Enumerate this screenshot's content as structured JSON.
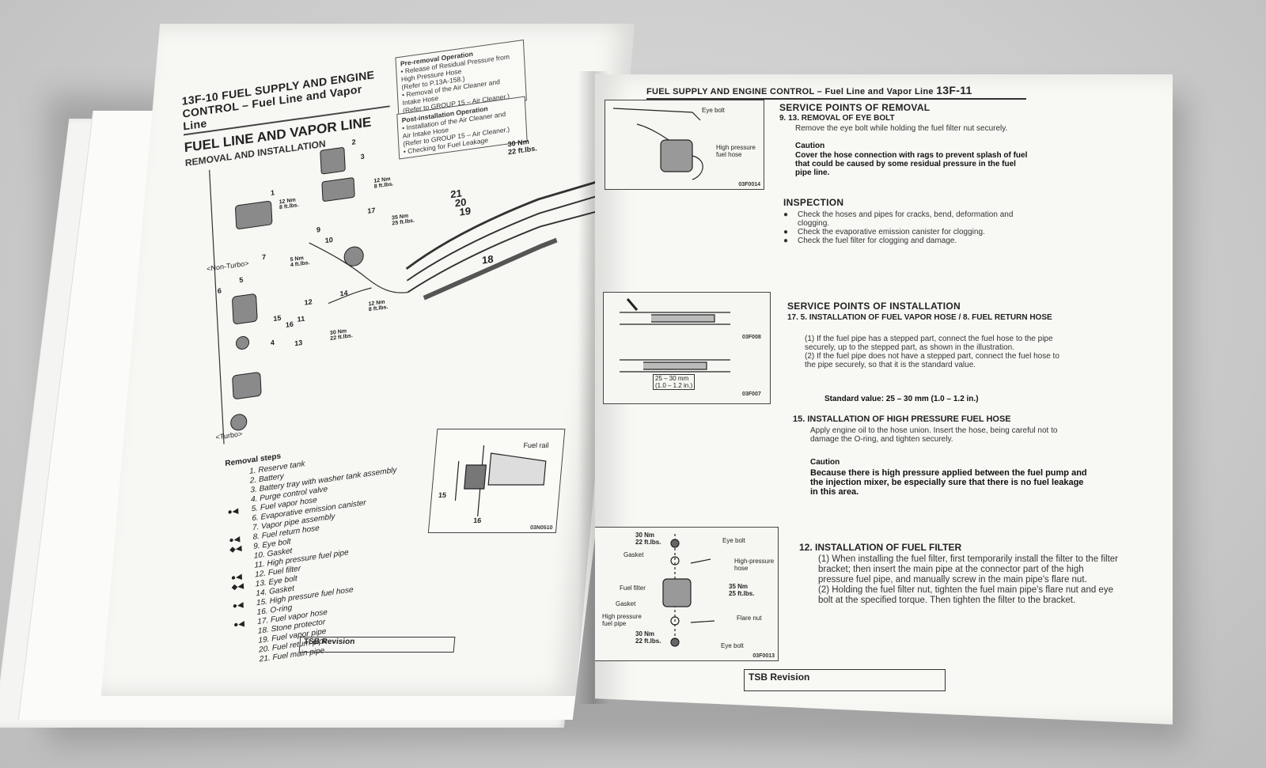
{
  "left_page": {
    "header": "13F-10 FUEL SUPPLY AND ENGINE CONTROL – Fuel Line and Vapor Line",
    "title": "FUEL LINE AND VAPOR LINE",
    "subtitle": "REMOVAL AND INSTALLATION",
    "pre_removal": {
      "title": "Pre-removal Operation",
      "lines": [
        "• Release of Residual Pressure from",
        "High Pressure Hose",
        "(Refer to P.13A-158.)",
        "• Removal of the Air Cleaner and",
        "Intake Hose",
        "(Refer to GROUP 15 – Air Cleaner.)"
      ]
    },
    "post_install": {
      "title": "Post-installation Operation",
      "lines": [
        "• Installation of the Air Cleaner and",
        "Air Intake Hose",
        "(Refer to GROUP 15 – Air Cleaner.)",
        "• Checking for Fuel Leakage"
      ]
    },
    "callouts": {
      "torque_30": "30 Nm\n22 ft.lbs.",
      "torque_12a": "12 Nm\n8 ft.lbs.",
      "torque_35": "35 Nm\n25 ft.lbs.",
      "torque_5": "5 Nm\n4 ft.lbs.",
      "torque_12b": "12 Nm\n8 ft.lbs.",
      "torque_30b": "30 Nm\n22 ft.lbs.",
      "torque_12c": "12 Nm\n8 ft.lbs.",
      "non_turbo": "<Non-Turbo>",
      "turbo": "<Turbo>",
      "n21": "21",
      "n20": "20",
      "n19": "19",
      "n18": "18",
      "n17": "17",
      "n1": "1",
      "n2": "2",
      "n3": "3",
      "n4": "4",
      "n5": "5",
      "n6": "6",
      "n7": "7",
      "n9": "9",
      "n10": "10",
      "n11": "11",
      "n12": "12",
      "n13": "13",
      "n14": "14",
      "n15": "15",
      "n16": "16"
    },
    "removal_steps_title": "Removal steps",
    "removal_steps": [
      {
        "mark": "",
        "text": "1. Reserve tank"
      },
      {
        "mark": "",
        "text": "2. Battery"
      },
      {
        "mark": "",
        "text": "3. Battery tray with washer tank assembly"
      },
      {
        "mark": "",
        "text": "4. Purge control valve"
      },
      {
        "mark": "●◀",
        "text": "5. Fuel vapor hose"
      },
      {
        "mark": "",
        "text": "6. Evaporative emission canister"
      },
      {
        "mark": "",
        "text": "7. Vapor pipe assembly"
      },
      {
        "mark": "●◀",
        "text": "8. Fuel return hose"
      },
      {
        "mark": "◆◀",
        "text": "9. Eye bolt"
      },
      {
        "mark": "",
        "text": "10. Gasket"
      },
      {
        "mark": "",
        "text": "11. High pressure fuel pipe"
      },
      {
        "mark": "●◀",
        "text": "12. Fuel filter"
      },
      {
        "mark": "◆◀",
        "text": "13. Eye bolt"
      },
      {
        "mark": "",
        "text": "14. Gasket"
      },
      {
        "mark": "●◀",
        "text": "15. High pressure fuel hose"
      },
      {
        "mark": "",
        "text": "16. O-ring"
      },
      {
        "mark": "●◀",
        "text": "17. Fuel vapor hose"
      },
      {
        "mark": "",
        "text": "18. Stone protector"
      },
      {
        "mark": "",
        "text": "19. Fuel vapor pipe"
      },
      {
        "mark": "",
        "text": "20. Fuel return pipe"
      },
      {
        "mark": "",
        "text": "21. Fuel main pipe"
      }
    ],
    "inset": {
      "label": "Fuel rail",
      "n15": "15",
      "n16": "16",
      "code": "03N0510"
    },
    "tsb": "TSB Revision"
  },
  "right_page": {
    "header": "FUEL SUPPLY AND ENGINE CONTROL – Fuel Line and Vapor Line",
    "page_no": "13F-11",
    "fig1": {
      "eye_bolt": "Eye bolt",
      "hp_hose": "High pressure\nfuel hose",
      "code": "03F0014"
    },
    "fig2": {
      "code_a": "03F008",
      "code_b": "03F007",
      "dim": "25 – 30 mm\n(1.0 – 1.2 in.)"
    },
    "fig3": {
      "t30a": "30 Nm\n22 ft.lbs.",
      "eye_bolt_a": "Eye bolt",
      "gasket_a": "Gasket",
      "hp_hose": "High-pressure\nhose",
      "fuel_filter": "Fuel filter",
      "t35": "35 Nm\n25 ft.lbs.",
      "gasket_b": "Gasket",
      "flare_nut": "Flare nut",
      "hp_pipe": "High pressure\nfuel pipe",
      "t30b": "30 Nm\n22 ft.lbs.",
      "eye_bolt_b": "Eye bolt",
      "code": "03F0013"
    },
    "removal": {
      "title": "SERVICE POINTS OF REMOVAL",
      "step": "9. 13. REMOVAL OF EYE BOLT",
      "text": "Remove the eye bolt while holding the fuel filter nut securely.",
      "caution_label": "Caution",
      "caution": "Cover the hose connection with rags to prevent splash of fuel that could be caused by some residual pressure in the fuel pipe line."
    },
    "inspection": {
      "title": "INSPECTION",
      "items": [
        "Check the hoses and pipes for cracks, bend, deformation and clogging.",
        "Check the evaporative emission canister for clogging.",
        "Check the fuel filter for clogging and damage."
      ]
    },
    "installation": {
      "title": "SERVICE POINTS OF INSTALLATION",
      "step": "17. 5. INSTALLATION OF FUEL VAPOR HOSE / 8. FUEL RETURN HOSE",
      "items": [
        "(1) If the fuel pipe has a stepped part, connect the fuel hose to the pipe securely, up to the stepped part, as shown in the illustration.",
        "(2) If the fuel pipe does not have a stepped part, connect the fuel hose to the pipe securely, so that it is the standard value."
      ],
      "standard": "Standard value: 25 – 30 mm (1.0 – 1.2 in.)"
    },
    "hp_hose": {
      "step": "15. INSTALLATION OF HIGH PRESSURE FUEL HOSE",
      "text": "Apply engine oil to the hose union. Insert the hose, being careful not to damage the O-ring, and tighten securely.",
      "caution_label": "Caution",
      "caution": "Because there is high pressure applied between the fuel pump and the injection mixer, be especially sure that there is no fuel leakage in this area."
    },
    "filter": {
      "step": "12. INSTALLATION OF FUEL FILTER",
      "items": [
        "(1) When installing the fuel filter, first temporarily install the filter to the filter bracket; then insert the main pipe at the connector part of the high pressure fuel pipe, and manually screw in the main pipe's flare nut.",
        "(2) Holding the fuel filter nut, tighten the fuel main pipe's flare nut and eye bolt at the specified torque. Then tighten the filter to the bracket."
      ]
    },
    "tsb": "TSB Revision"
  }
}
